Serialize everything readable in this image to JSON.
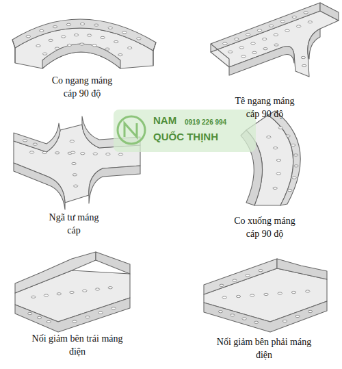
{
  "diagram": {
    "labels": [
      "Co ngang máng cáp 90 độ",
      "Tê ngang máng cáp 90 độ",
      "Ngã tư máng cáp",
      "Co xuống máng cáp 90 độ",
      "Nối giảm bên trái máng điện",
      "Nối giảm bên phải máng điện",
      "NAM",
      "0919 226 994",
      "QUỐC THỊNH"
    ]
  }
}
